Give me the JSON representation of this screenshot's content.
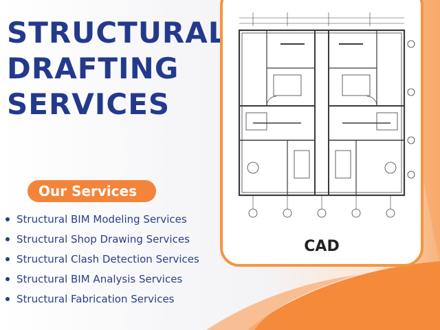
{
  "headline": "STRUCTURAL\nDRAFTING\nSERVICES",
  "services_heading": "Our Services",
  "services": [
    "Structural BIM Modeling Services",
    "Structural Shop Drawing Services",
    "Structural Clash Detection Services",
    "Structural BIM Analysis Services",
    "Structural Fabrication Services"
  ],
  "image_label": "CAD",
  "colors": {
    "headline": "#233a8c",
    "accent": "#f4843a",
    "list_text": "#2a3e88"
  }
}
